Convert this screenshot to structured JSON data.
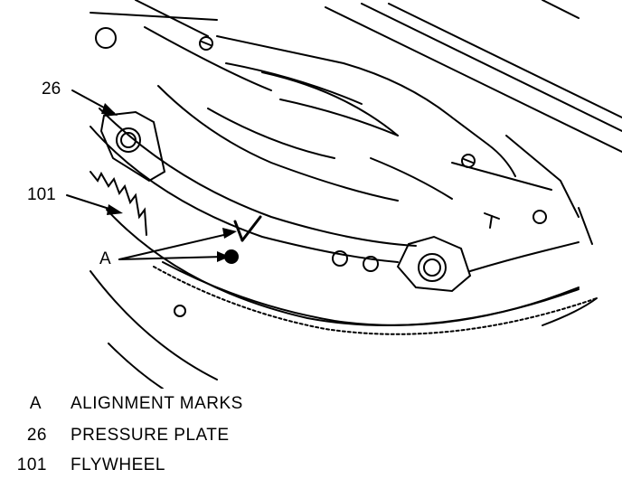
{
  "callouts": {
    "pressure_plate": "26",
    "flywheel": "101",
    "alignment": "A"
  },
  "legend": [
    {
      "key": "A",
      "description": "ALIGNMENT MARKS"
    },
    {
      "key": "26",
      "description": "PRESSURE PLATE"
    },
    {
      "key": "101",
      "description": "FLYWHEEL"
    }
  ]
}
